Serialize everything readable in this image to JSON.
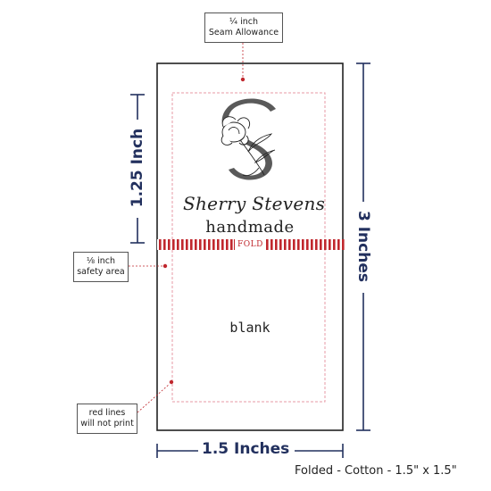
{
  "seam_callout": {
    "line1": "¼ inch",
    "line2": "Seam Allowance"
  },
  "safety_callout": {
    "line1": "⅛ inch",
    "line2": "safety area"
  },
  "redlines_callout": {
    "line1": "red lines",
    "line2": "will not print"
  },
  "dimensions": {
    "fold_height": "1.25 Inch",
    "total_height": "3 Inches",
    "width": "1.5 Inches"
  },
  "label": {
    "name": "Sherry Stevens",
    "tagline": "handmade",
    "fold": "FOLD",
    "back": "blank"
  },
  "footer": "Folded - Cotton - 1.5\" x 1.5\"",
  "colors": {
    "navy": "#22305e",
    "red": "#c0272d",
    "pink_dash": "#e79aa6",
    "monogram": "#555555"
  },
  "icons": {
    "monogram": "letter-s-flower-monogram-icon"
  }
}
